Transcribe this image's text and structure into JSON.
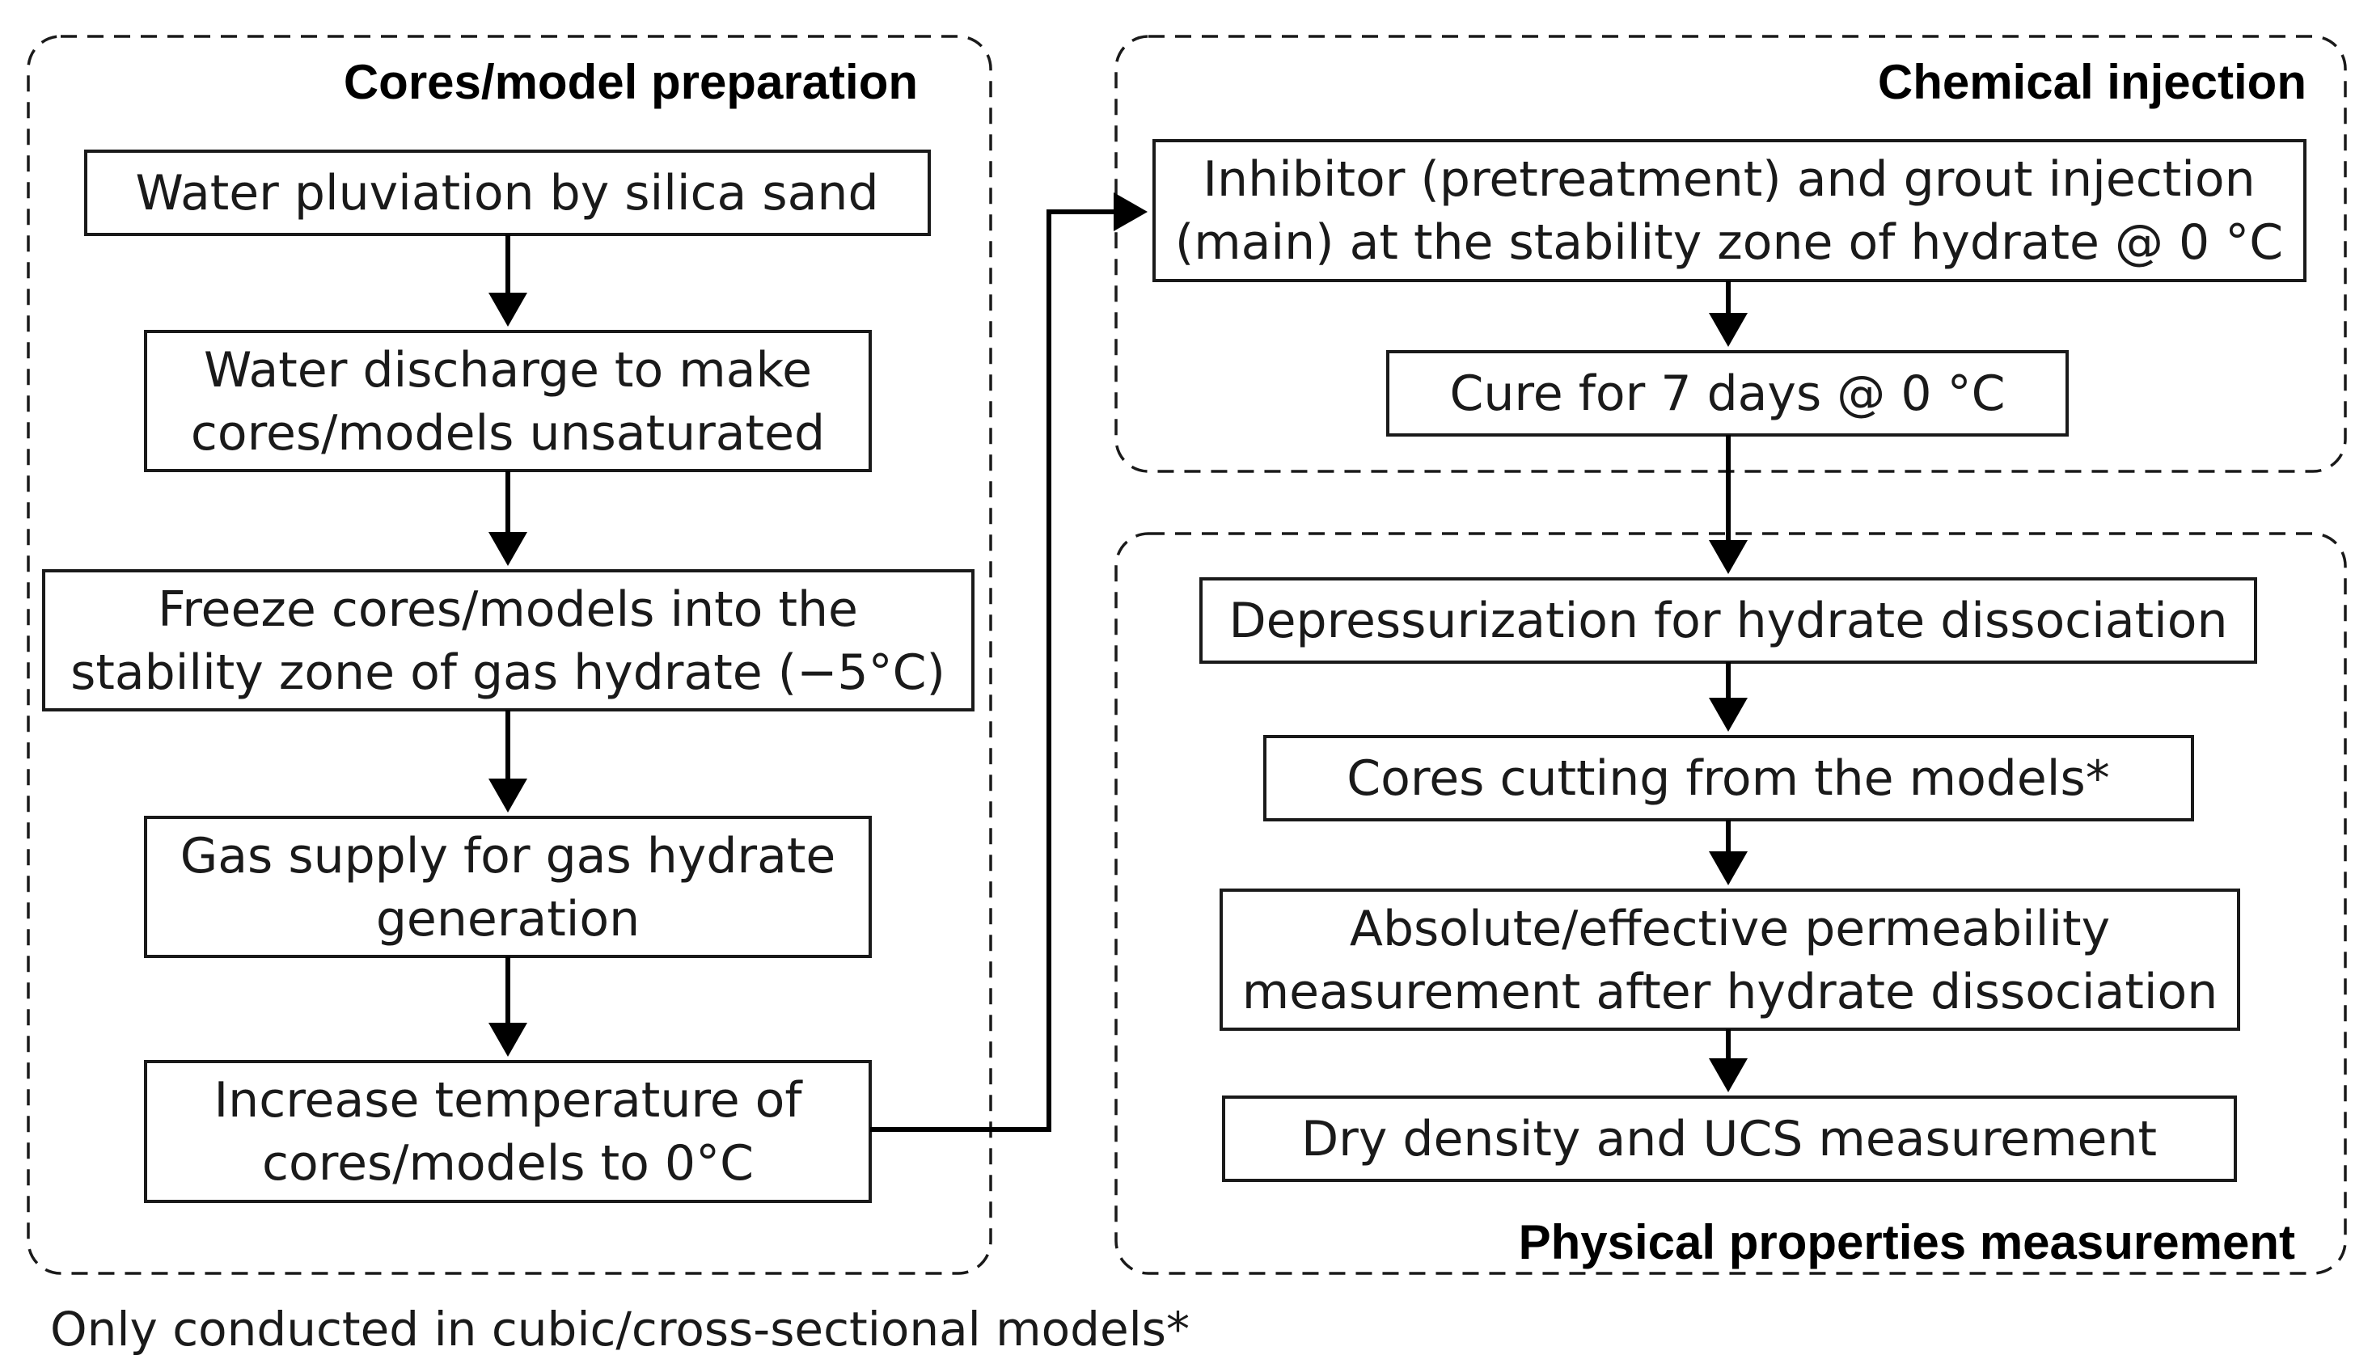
{
  "groups": {
    "preparation": {
      "title": "Cores/model preparation"
    },
    "injection": {
      "title": "Chemical injection"
    },
    "measurement": {
      "title": "Physical properties measurement"
    }
  },
  "steps": {
    "water_pluviation": {
      "lines": [
        "Water pluviation by silica sand"
      ]
    },
    "water_discharge": {
      "lines": [
        "Water discharge to make",
        "cores/models unsaturated"
      ]
    },
    "freeze": {
      "lines": [
        "Freeze cores/models into the",
        "stability zone of gas hydrate (−5°C)"
      ]
    },
    "gas_supply": {
      "lines": [
        "Gas supply for gas hydrate",
        "generation"
      ]
    },
    "increase_temp": {
      "lines": [
        "Increase temperature of",
        "cores/models to 0°C"
      ]
    },
    "injection": {
      "lines": [
        "Inhibitor (pretreatment) and grout injection",
        "(main) at the stability zone of hydrate @ 0 °C"
      ]
    },
    "cure": {
      "lines": [
        "Cure for 7 days @ 0 °C"
      ]
    },
    "depressurization": {
      "lines": [
        "Depressurization for hydrate dissociation"
      ]
    },
    "cores_cutting": {
      "lines": [
        "Cores cutting from the models*"
      ]
    },
    "permeability": {
      "lines": [
        "Absolute/effective permeability",
        "measurement after hydrate dissociation"
      ]
    },
    "dry_density": {
      "lines": [
        "Dry density and UCS measurement"
      ]
    }
  },
  "footnote": "Only conducted in cubic/cross-sectional models*"
}
